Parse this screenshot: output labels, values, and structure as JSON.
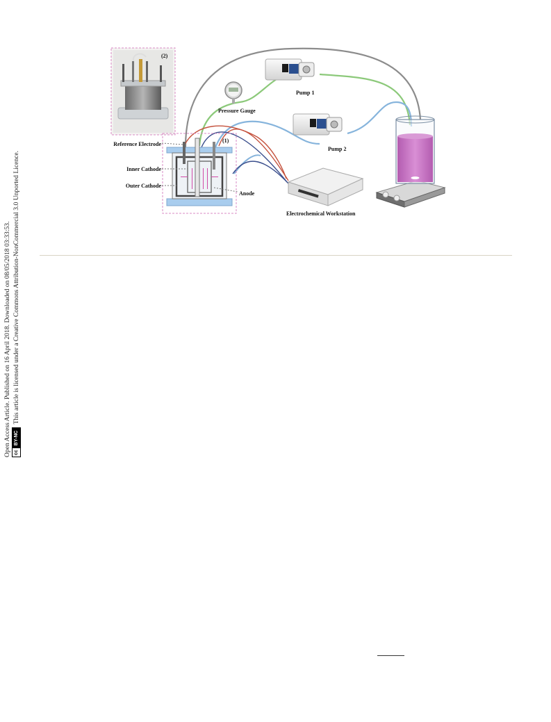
{
  "sidebar": {
    "line1": "Open Access Article. Published on 16 April 2018. Downloaded on 08/05/2018 03:33:53.",
    "badge_cc": "cc",
    "badge_license": "BY-NC",
    "line2": "This article is licensed under a Creative Commons Attribution-NonCommercial 3.0 Unported Licence."
  },
  "figure": {
    "panel_label_1": "(1)",
    "panel_label_2": "(2)",
    "reference_electrode": "Reference Electrode",
    "inner_cathode": "Inner Cathode",
    "outer_cathode": "Outer Cathode",
    "anode": "Anode",
    "pressure_gauge": "Pressure Gauge",
    "pump_1": "Pump 1",
    "pump_2": "Pump 2",
    "electrochemical_workstation": "Electrochemical Workstation"
  },
  "colors": {
    "tube_gray": "#8c8c8c",
    "tube_green": "#8cc97a",
    "tube_blue": "#86b4dc",
    "wire_red": "#c4513c",
    "wire_navy": "#3a4e8c",
    "reactor_blue": "#a9cdee",
    "liquid_magenta": "#c46fc0"
  }
}
